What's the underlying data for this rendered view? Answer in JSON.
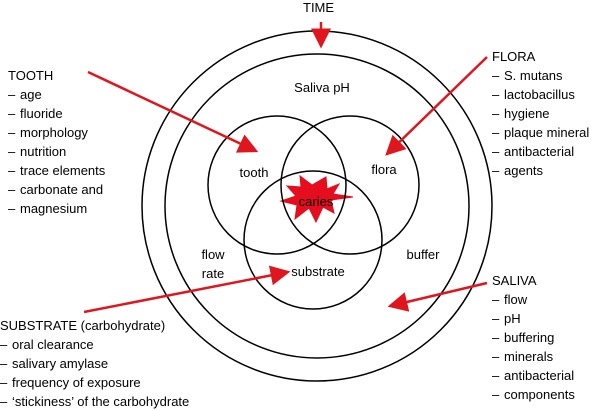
{
  "time": "TIME",
  "inner": {
    "saliva_ph": "Saliva pH",
    "tooth": "tooth",
    "flora": "flora",
    "caries": "caries",
    "flow": "flow",
    "rate": "rate",
    "substrate": "substrate",
    "buffer": "buffer"
  },
  "tooth_panel": {
    "title": "TOOTH",
    "items": [
      "age",
      "fluoride",
      "morphology",
      "nutrition",
      "trace elements",
      "carbonate and",
      "magnesium"
    ]
  },
  "flora_panel": {
    "title": "FLORA",
    "items": [
      "S. mutans",
      "lactobacillus",
      "hygiene",
      "plaque mineral",
      "antibacterial",
      "agents"
    ]
  },
  "saliva_panel": {
    "title": "SALIVA",
    "items": [
      "flow",
      "pH",
      "buffering",
      "minerals",
      "antibacterial",
      "components"
    ]
  },
  "substrate_panel": {
    "title": "SUBSTRATE (carbohydrate)",
    "items": [
      "oral clearance",
      "salivary amylase",
      "frequency of exposure",
      "‘stickiness’ of the carbohydrate"
    ]
  },
  "colors": {
    "arrow": "#e0161e",
    "star": "#e60d1e",
    "stroke": "#000000"
  }
}
